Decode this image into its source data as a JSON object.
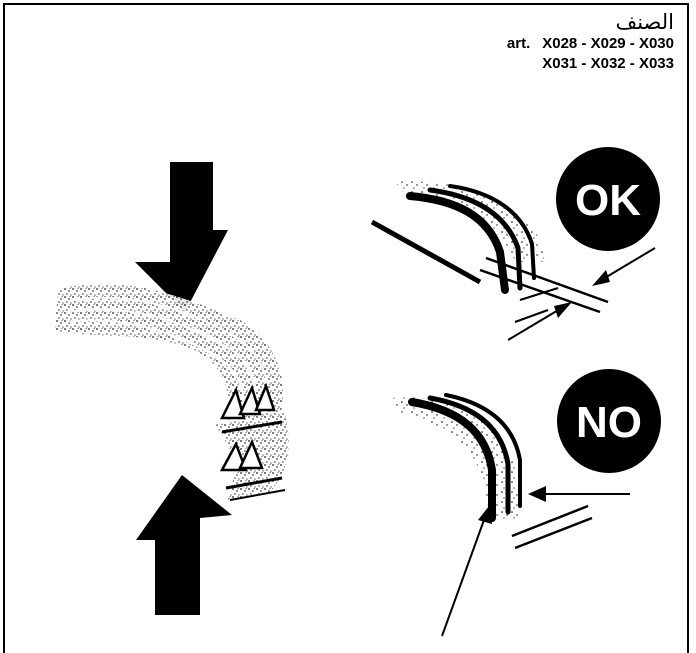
{
  "header": {
    "arabic_title": "الصنف",
    "art_prefix": "art.",
    "codes_line1": "X028 - X029 - X030",
    "codes_line2": "X031 - X032 - X033"
  },
  "badges": {
    "ok": "OK",
    "no": "NO"
  },
  "colors": {
    "ink": "#000000",
    "paper": "#ffffff"
  }
}
